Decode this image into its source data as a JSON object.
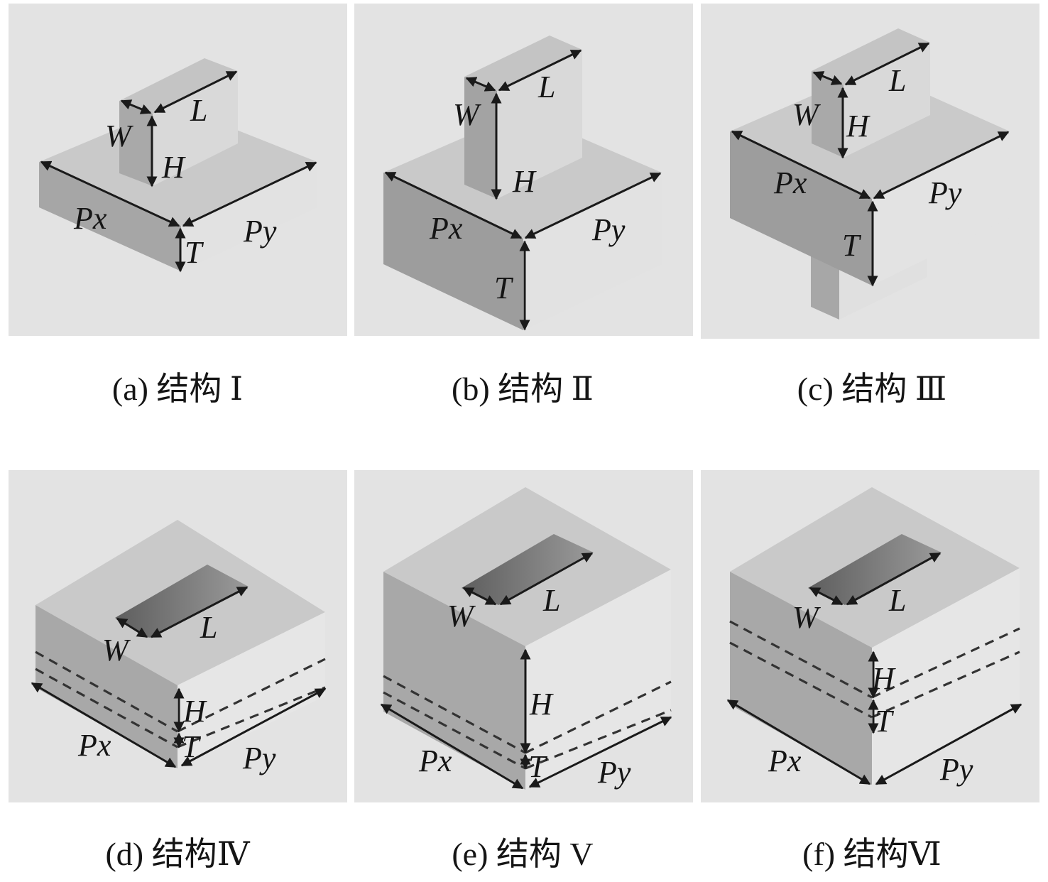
{
  "dimension_labels": {
    "L": "L",
    "W": "W",
    "H": "H",
    "Px": "Px",
    "Py": "Py",
    "T": "T"
  },
  "panels": [
    {
      "id": "a",
      "caption": "(a) 结构 Ⅰ"
    },
    {
      "id": "b",
      "caption": "(b) 结构 Ⅱ"
    },
    {
      "id": "c",
      "caption": "(c) 结构 Ⅲ"
    },
    {
      "id": "d",
      "caption": "(d) 结构Ⅳ"
    },
    {
      "id": "e",
      "caption": "(e) 结构 V"
    },
    {
      "id": "f",
      "caption": "(f) 结构Ⅵ"
    }
  ],
  "colors": {
    "panel_background": "#e3e3e3",
    "top_face": "#c8c8c8",
    "left_face": "#a4a4a4",
    "right_face": "#e2e2e2",
    "hole": "#6f6f6f",
    "dimension_line": "#1a1a1a"
  }
}
